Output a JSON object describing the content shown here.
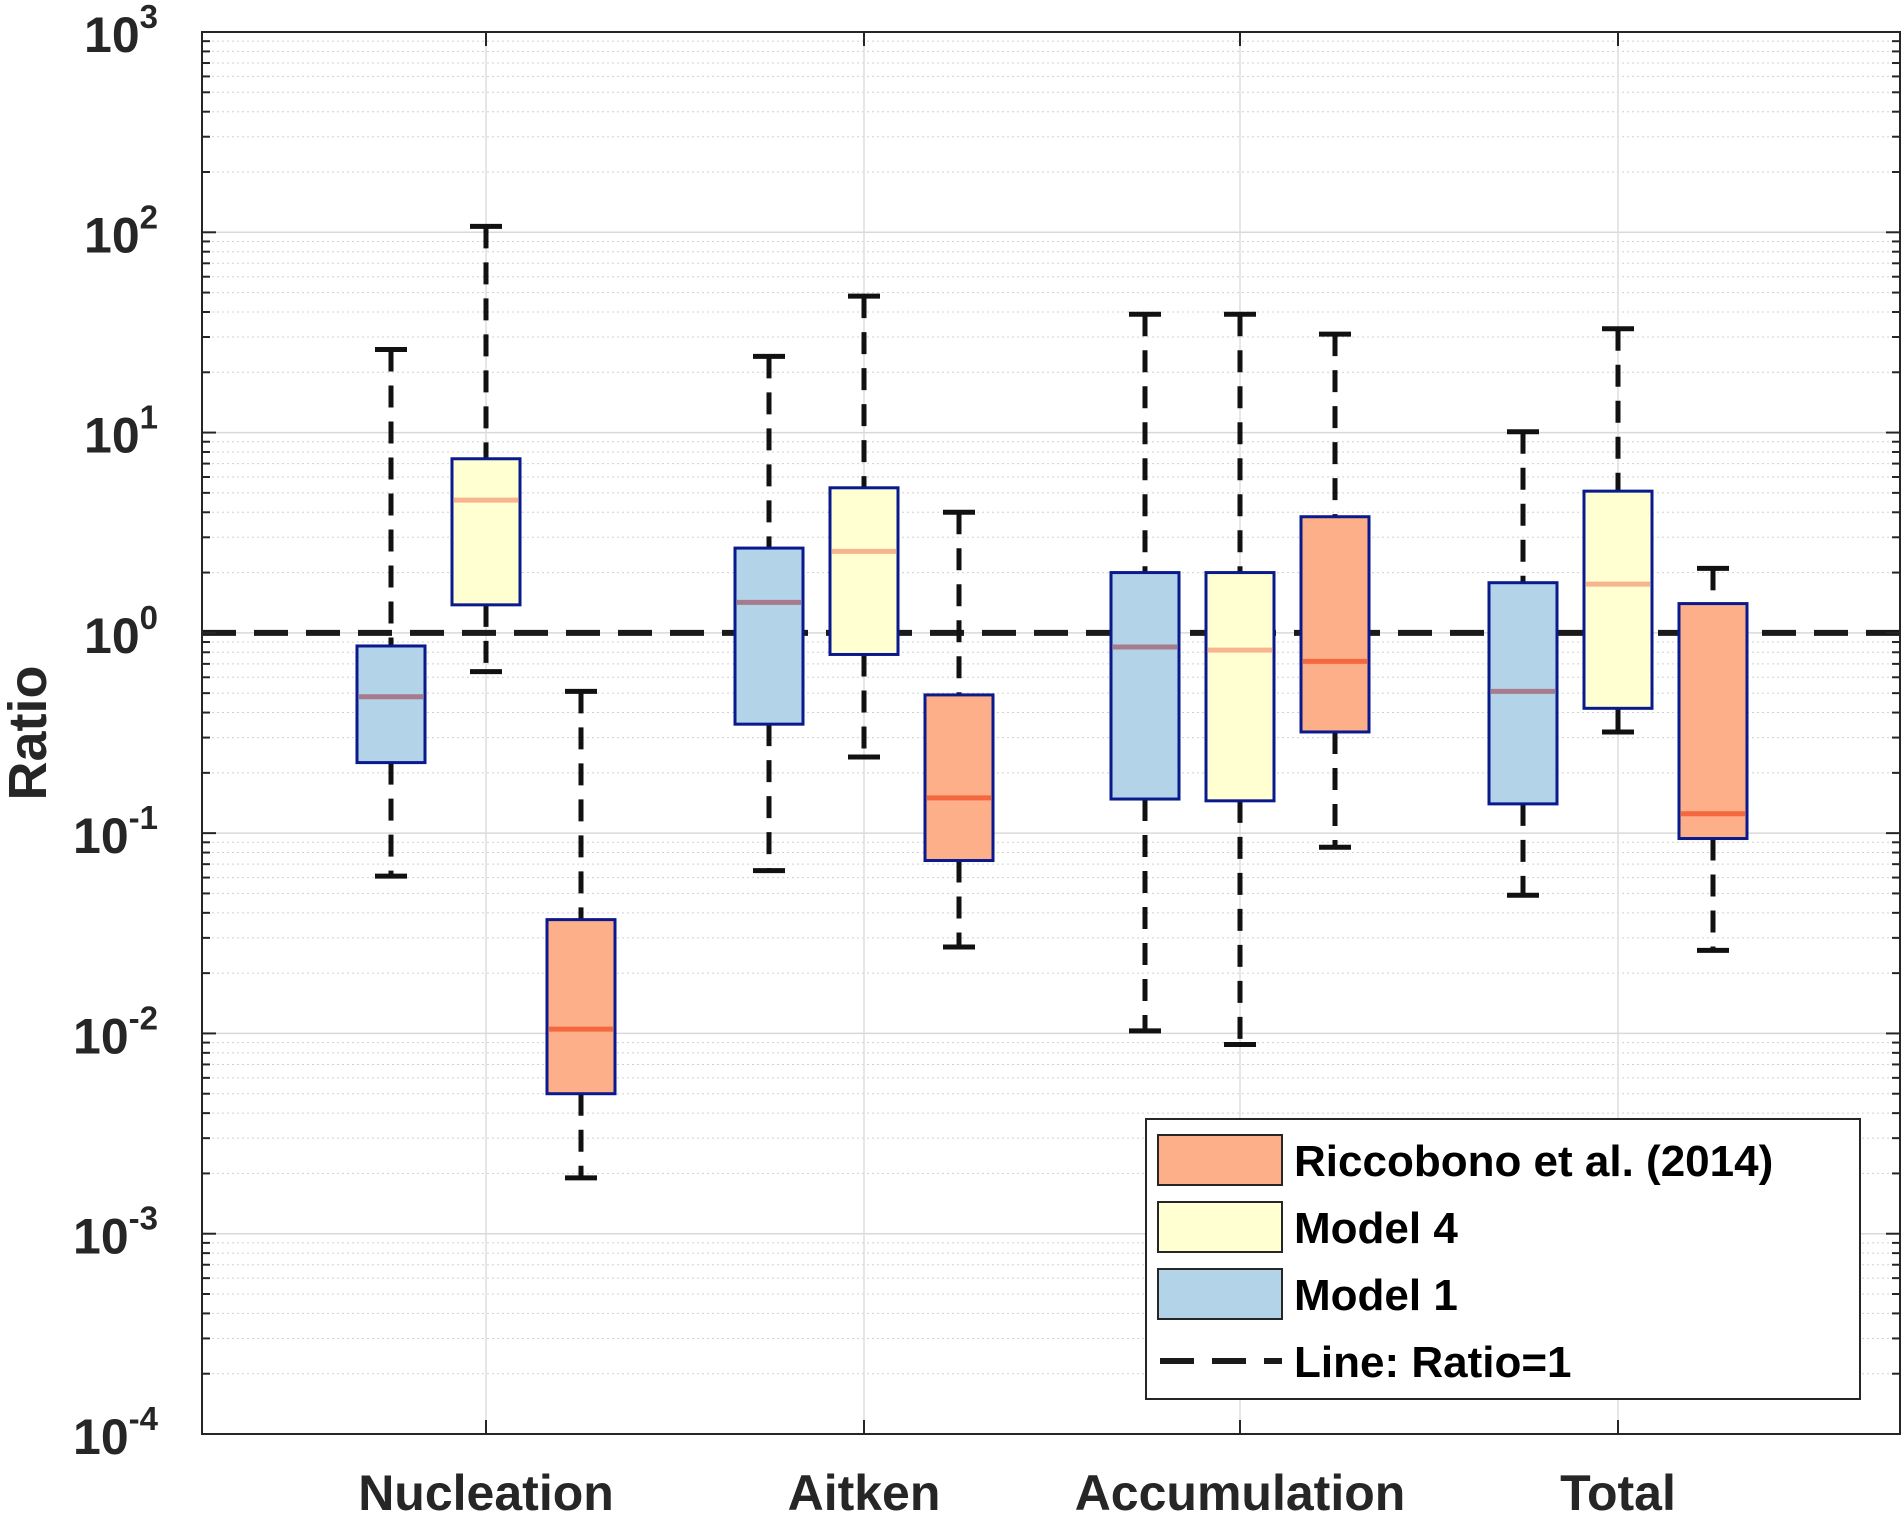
{
  "chart_data": {
    "type": "boxplot",
    "ylabel": "Ratio",
    "yscale": "log",
    "ylim": [
      0.0001,
      1000
    ],
    "y_ticks": [
      {
        "base": "10",
        "exp": "-4",
        "value": 0.0001
      },
      {
        "base": "10",
        "exp": "-3",
        "value": 0.001
      },
      {
        "base": "10",
        "exp": "-2",
        "value": 0.01
      },
      {
        "base": "10",
        "exp": "-1",
        "value": 0.1
      },
      {
        "base": "10",
        "exp": "0",
        "value": 1
      },
      {
        "base": "10",
        "exp": "1",
        "value": 10
      },
      {
        "base": "10",
        "exp": "2",
        "value": 100
      },
      {
        "base": "10",
        "exp": "3",
        "value": 1000
      }
    ],
    "categories": [
      "Nucleation",
      "Aitken",
      "Accumulation",
      "Total"
    ],
    "grid": true,
    "legend_position": "bottom-right",
    "reference_line": {
      "label": "Line: Ratio=1",
      "value": 1,
      "color": "#1a1a1a"
    },
    "series": [
      {
        "name": "Model 1",
        "fill": "#b3d3e8",
        "median_color": "#a77b8d",
        "boxes": [
          {
            "category": "Nucleation",
            "whisker_low": 0.061,
            "q1": 0.225,
            "median": 0.48,
            "q3": 0.86,
            "whisker_high": 26
          },
          {
            "category": "Aitken",
            "whisker_low": 0.065,
            "q1": 0.35,
            "median": 1.42,
            "q3": 2.65,
            "whisker_high": 24
          },
          {
            "category": "Accumulation",
            "whisker_low": 0.0103,
            "q1": 0.148,
            "median": 0.85,
            "q3": 2.0,
            "whisker_high": 39
          },
          {
            "category": "Total",
            "whisker_low": 0.049,
            "q1": 0.14,
            "median": 0.51,
            "q3": 1.78,
            "whisker_high": 10.1
          }
        ]
      },
      {
        "name": "Model 4",
        "fill": "#ffffd2",
        "median_color": "#f7b48e",
        "boxes": [
          {
            "category": "Nucleation",
            "whisker_low": 0.64,
            "q1": 1.38,
            "median": 4.6,
            "q3": 7.4,
            "whisker_high": 107
          },
          {
            "category": "Aitken",
            "whisker_low": 0.24,
            "q1": 0.78,
            "median": 2.55,
            "q3": 5.3,
            "whisker_high": 48
          },
          {
            "category": "Accumulation",
            "whisker_low": 0.0088,
            "q1": 0.145,
            "median": 0.82,
            "q3": 2.0,
            "whisker_high": 39
          },
          {
            "category": "Total",
            "whisker_low": 0.32,
            "q1": 0.42,
            "median": 1.75,
            "q3": 5.1,
            "whisker_high": 33
          }
        ]
      },
      {
        "name": "Riccobono et al. (2014)",
        "fill": "#fcaf88",
        "median_color": "#f5673f",
        "boxes": [
          {
            "category": "Nucleation",
            "whisker_low": 0.0019,
            "q1": 0.005,
            "median": 0.0105,
            "q3": 0.037,
            "whisker_high": 0.51
          },
          {
            "category": "Aitken",
            "whisker_low": 0.027,
            "q1": 0.073,
            "median": 0.15,
            "q3": 0.49,
            "whisker_high": 4.0
          },
          {
            "category": "Accumulation",
            "whisker_low": 0.085,
            "q1": 0.32,
            "median": 0.72,
            "q3": 3.8,
            "whisker_high": 31
          },
          {
            "category": "Total",
            "whisker_low": 0.026,
            "q1": 0.094,
            "median": 0.125,
            "q3": 1.4,
            "whisker_high": 2.1
          }
        ]
      }
    ],
    "legend_order": [
      "Riccobono et al. (2014)",
      "Model 4",
      "Model 1",
      "Line: Ratio=1"
    ]
  }
}
